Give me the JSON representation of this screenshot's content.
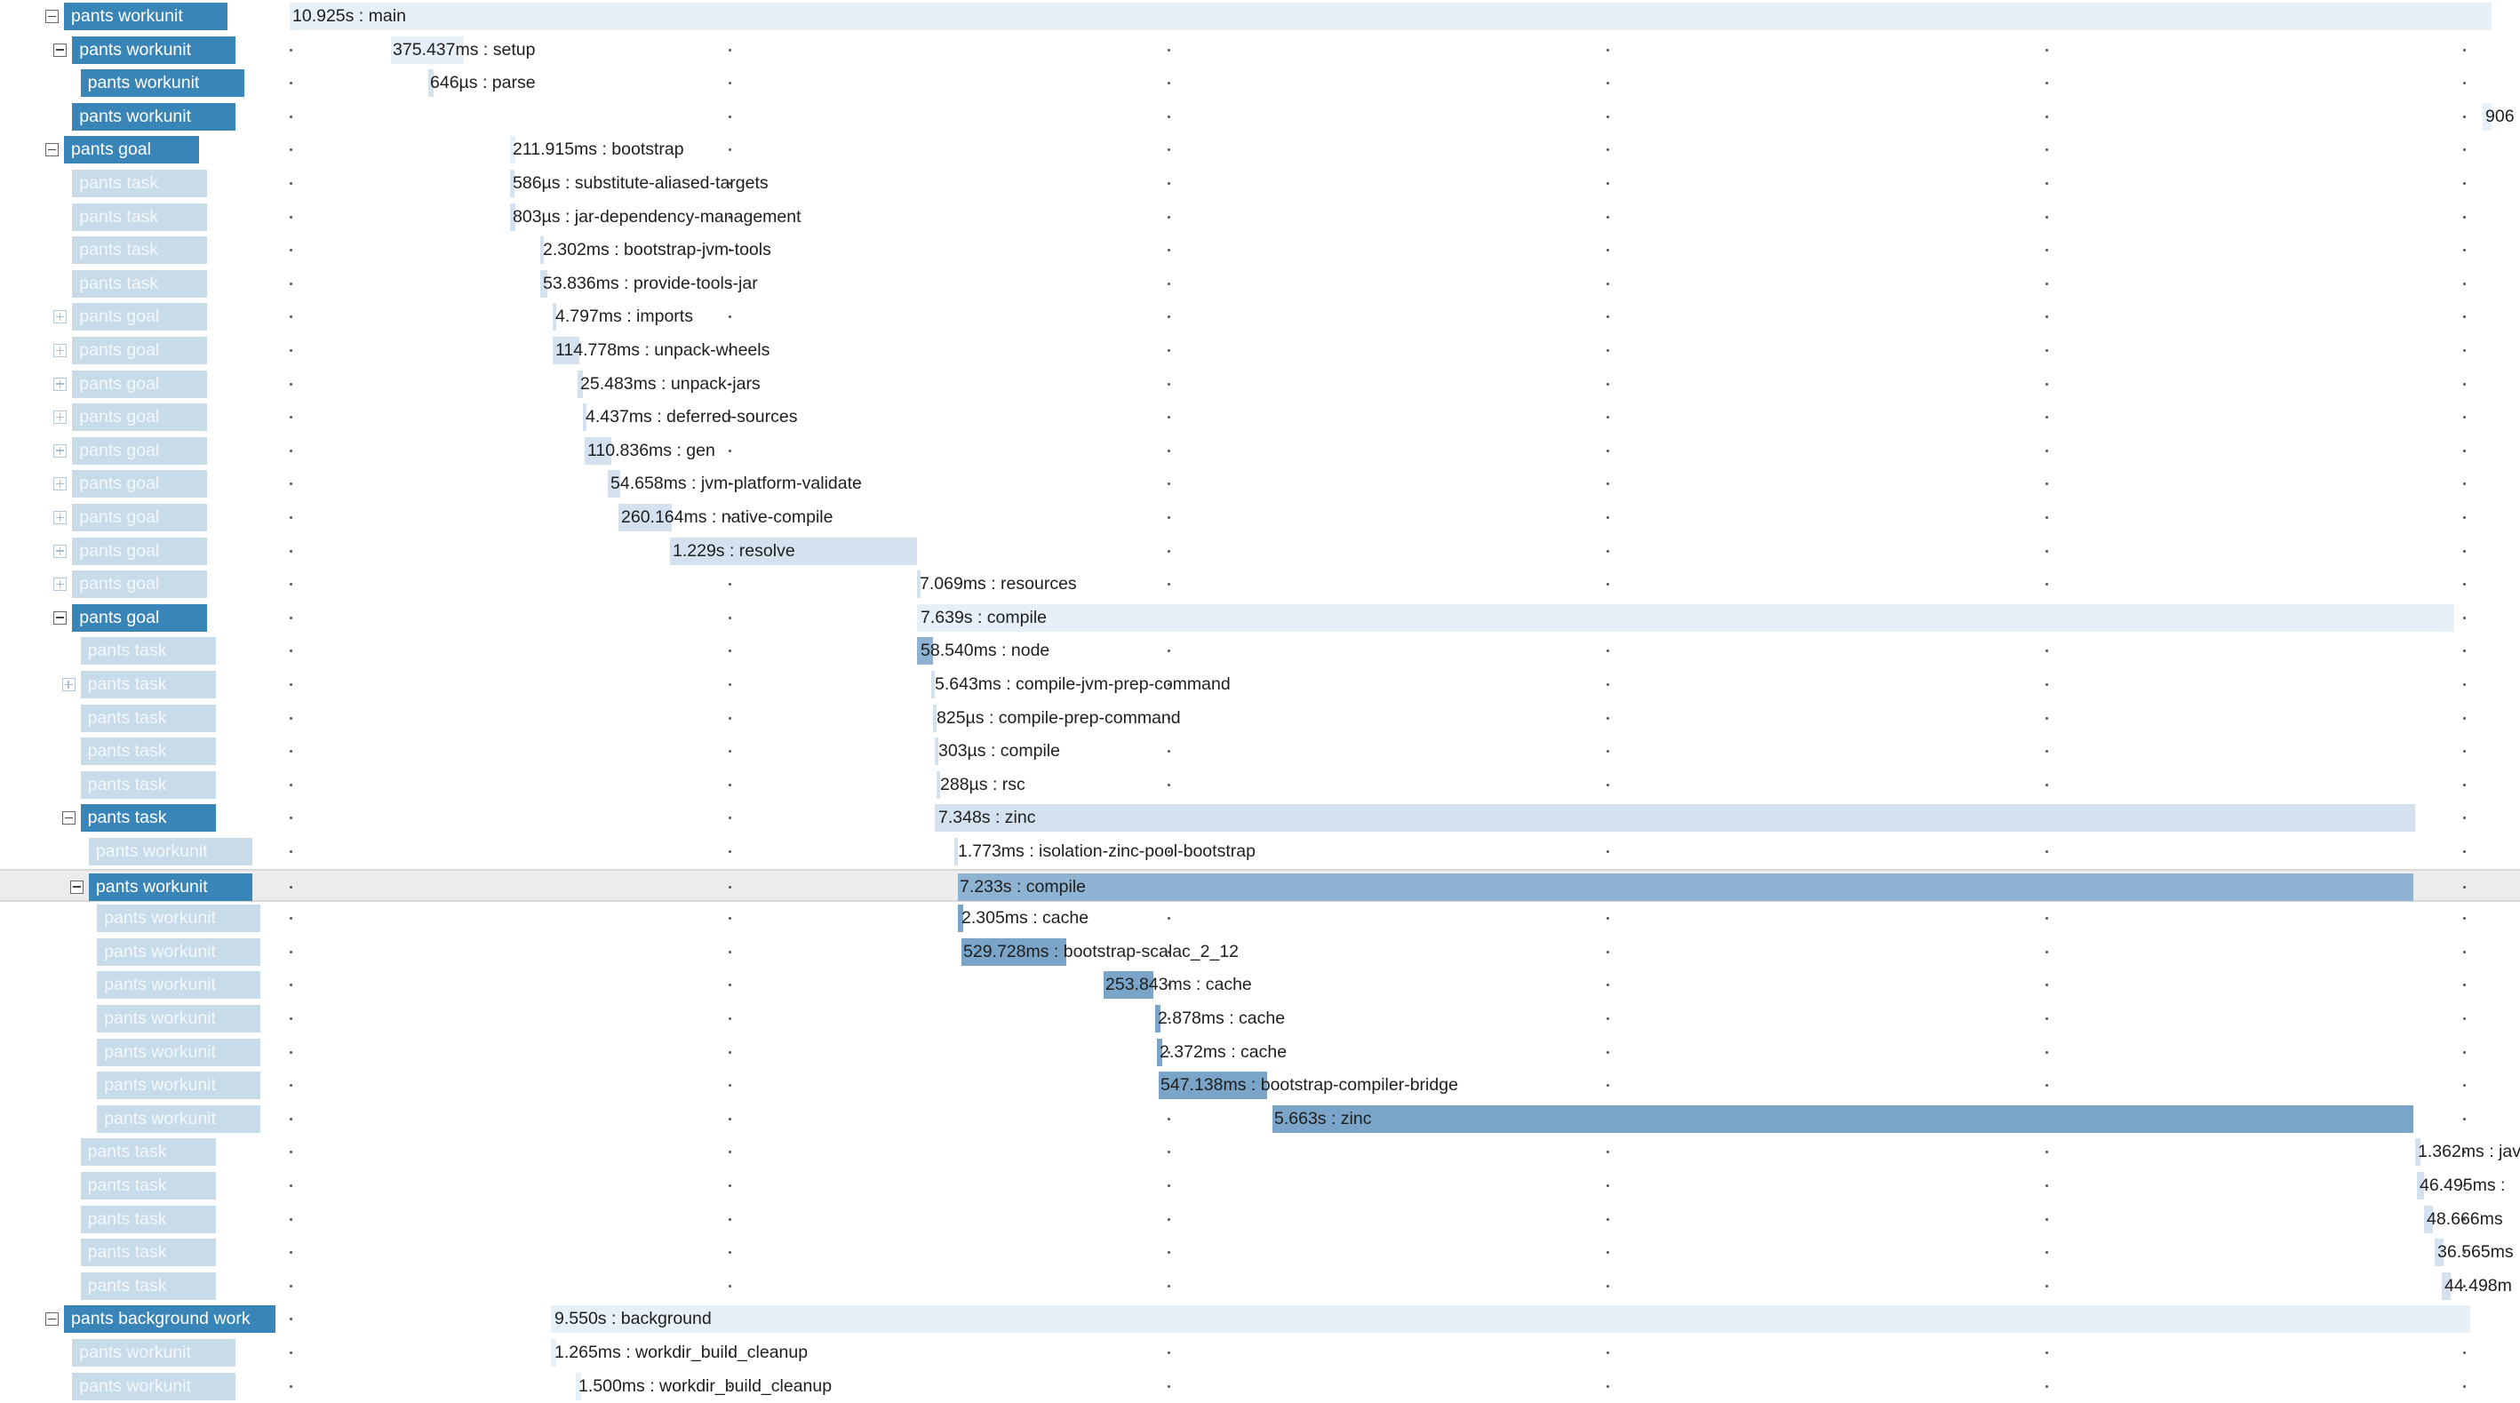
{
  "rows": [
    {
      "label": "pants workunit",
      "kind": "dark",
      "toggle": "minus",
      "text": "10.925s : main"
    },
    {
      "label": "pants workunit",
      "kind": "dark",
      "toggle": "minus",
      "text": "375.437ms : setup"
    },
    {
      "label": "pants workunit",
      "kind": "dark",
      "toggle": "",
      "text": "646µs : parse"
    },
    {
      "label": "pants workunit",
      "kind": "dark",
      "toggle": "",
      "text": "906"
    },
    {
      "label": "pants goal",
      "kind": "dark",
      "toggle": "minus",
      "text": "211.915ms : bootstrap"
    },
    {
      "label": "pants task",
      "kind": "light",
      "toggle": "",
      "text": "586µs : substitute-aliased-targets"
    },
    {
      "label": "pants task",
      "kind": "light",
      "toggle": "",
      "text": "803µs : jar-dependency-management"
    },
    {
      "label": "pants task",
      "kind": "light",
      "toggle": "",
      "text": "2.302ms : bootstrap-jvm-tools"
    },
    {
      "label": "pants task",
      "kind": "light",
      "toggle": "",
      "text": "53.836ms : provide-tools-jar"
    },
    {
      "label": "pants goal",
      "kind": "light",
      "toggle": "plus",
      "text": "4.797ms : imports"
    },
    {
      "label": "pants goal",
      "kind": "light",
      "toggle": "plus",
      "text": "114.778ms : unpack-wheels"
    },
    {
      "label": "pants goal",
      "kind": "light",
      "toggle": "plus",
      "text": "25.483ms : unpack-jars"
    },
    {
      "label": "pants goal",
      "kind": "light",
      "toggle": "plus",
      "text": "4.437ms : deferred-sources"
    },
    {
      "label": "pants goal",
      "kind": "light",
      "toggle": "plus",
      "text": "110.836ms : gen"
    },
    {
      "label": "pants goal",
      "kind": "light",
      "toggle": "plus",
      "text": "54.658ms : jvm-platform-validate"
    },
    {
      "label": "pants goal",
      "kind": "light",
      "toggle": "plus",
      "text": "260.164ms : native-compile"
    },
    {
      "label": "pants goal",
      "kind": "light",
      "toggle": "plus",
      "text": "1.229s : resolve"
    },
    {
      "label": "pants goal",
      "kind": "light",
      "toggle": "plus",
      "text": "7.069ms : resources"
    },
    {
      "label": "pants goal",
      "kind": "dark",
      "toggle": "minus",
      "text": "7.639s : compile"
    },
    {
      "label": "pants task",
      "kind": "light",
      "toggle": "",
      "text": "58.540ms : node"
    },
    {
      "label": "pants task",
      "kind": "light",
      "toggle": "plus",
      "text": "5.643ms : compile-jvm-prep-command"
    },
    {
      "label": "pants task",
      "kind": "light",
      "toggle": "",
      "text": "825µs : compile-prep-command"
    },
    {
      "label": "pants task",
      "kind": "light",
      "toggle": "",
      "text": "303µs : compile"
    },
    {
      "label": "pants task",
      "kind": "light",
      "toggle": "",
      "text": "288µs : rsc"
    },
    {
      "label": "pants task",
      "kind": "dark",
      "toggle": "minus",
      "text": "7.348s : zinc"
    },
    {
      "label": "pants workunit",
      "kind": "light",
      "toggle": "",
      "text": "1.773ms : isolation-zinc-pool-bootstrap"
    },
    {
      "label": "pants workunit",
      "kind": "dark",
      "toggle": "minus",
      "text": "7.233s : compile",
      "selected": true
    },
    {
      "label": "pants workunit",
      "kind": "light",
      "toggle": "",
      "text": "2.305ms : cache"
    },
    {
      "label": "pants workunit",
      "kind": "light",
      "toggle": "",
      "text": "529.728ms : bootstrap-scalac_2_12"
    },
    {
      "label": "pants workunit",
      "kind": "light",
      "toggle": "",
      "text": "253.843ms : cache"
    },
    {
      "label": "pants workunit",
      "kind": "light",
      "toggle": "",
      "text": "2.878ms : cache"
    },
    {
      "label": "pants workunit",
      "kind": "light",
      "toggle": "",
      "text": "2.372ms : cache"
    },
    {
      "label": "pants workunit",
      "kind": "light",
      "toggle": "",
      "text": "547.138ms : bootstrap-compiler-bridge"
    },
    {
      "label": "pants workunit",
      "kind": "light",
      "toggle": "",
      "text": "5.663s : zinc"
    },
    {
      "label": "pants task",
      "kind": "light",
      "toggle": "",
      "text": "1.362ms : jav"
    },
    {
      "label": "pants task",
      "kind": "light",
      "toggle": "",
      "text": "46.495ms :"
    },
    {
      "label": "pants task",
      "kind": "light",
      "toggle": "",
      "text": "48.666ms"
    },
    {
      "label": "pants task",
      "kind": "light",
      "toggle": "",
      "text": "36.565ms"
    },
    {
      "label": "pants task",
      "kind": "light",
      "toggle": "",
      "text": "44.498m"
    },
    {
      "label": "pants background work",
      "kind": "dark",
      "toggle": "minus",
      "text": "9.550s : background"
    },
    {
      "label": "pants workunit",
      "kind": "light",
      "toggle": "",
      "text": "1.265ms : workdir_build_cleanup"
    },
    {
      "label": "pants workunit",
      "kind": "light",
      "toggle": "",
      "text": "1.500ms : workdir_build_cleanup"
    }
  ]
}
